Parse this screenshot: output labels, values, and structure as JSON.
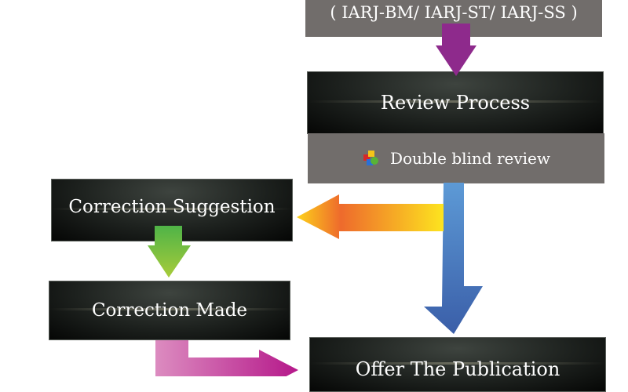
{
  "nodes": {
    "journals": "( IARJ-BM/ IARJ-ST/ IARJ-SS )",
    "review_process": "Review Process",
    "double_blind": "Double blind review",
    "correction_suggestion": "Correction Suggestion",
    "correction_made": "Correction Made",
    "offer_publication": "Offer The Publication"
  },
  "colors": {
    "gray_box": "#716d6b",
    "purple_arrow": "#8e2a8c",
    "blue_arrow": "#3f63ae",
    "orange_arrow": "#f5892a",
    "green_arrow": "#7cbf3a",
    "pink_arrow": "#c2399b"
  }
}
